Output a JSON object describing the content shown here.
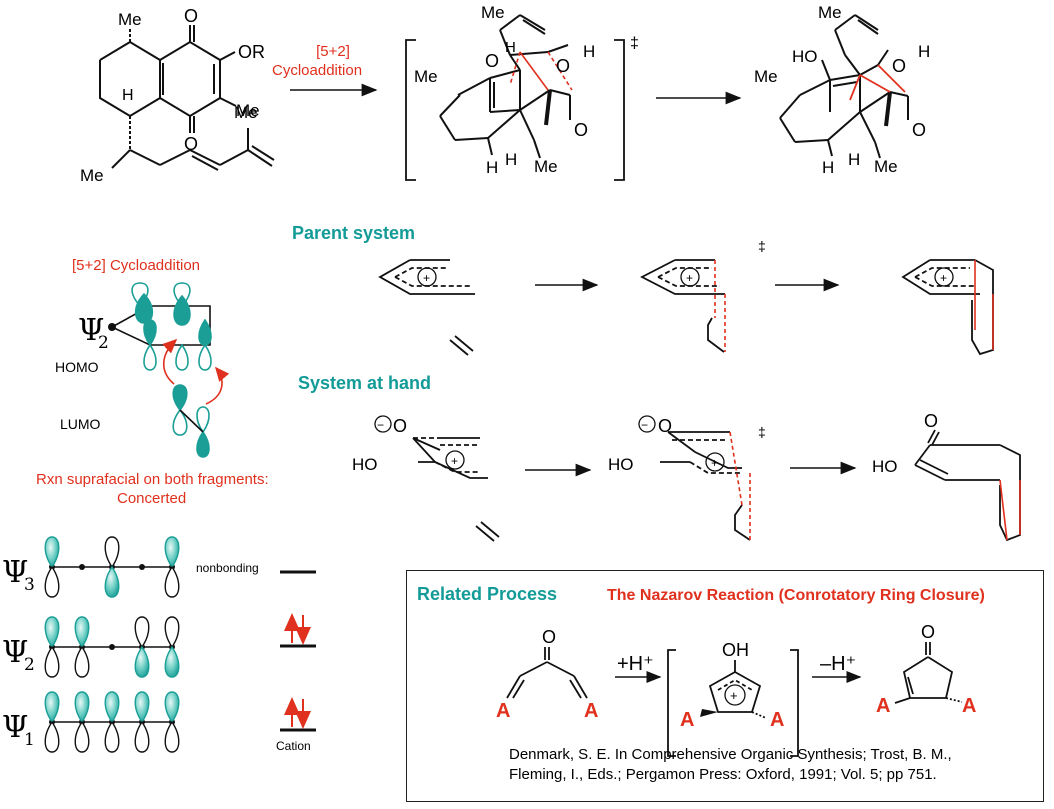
{
  "colors": {
    "red": "#e0301e",
    "teal": "#139b98",
    "lobe": "#1a9e96",
    "black": "#111111"
  },
  "top_scheme": {
    "arrow_label_line1": "[5+2]",
    "arrow_label_line2": "Cycloaddition",
    "ts_symbol": "‡",
    "sm_labels": {
      "me_top": "Me",
      "oxo_top": "O",
      "or": "OR",
      "me_ring": "Me",
      "h_junction": "H",
      "oxo_bottom": "O",
      "me_side": "Me",
      "me_chain": "Me"
    },
    "ts_labels": {
      "me_top": "Me",
      "h_right": "H",
      "oxo_left": "O",
      "h_left": "H",
      "o_right": "O",
      "me_left": "Me",
      "ketone_o": "O",
      "h_bottom": "H",
      "h_bottom2": "H",
      "me_bottom": "Me"
    },
    "prod_labels": {
      "me_top": "Me",
      "ho": "HO",
      "h_right": "H",
      "o_bridge": "O",
      "me_left": "Me",
      "ketone_o": "O",
      "h_bottom": "H",
      "h_bottom2": "H",
      "me_bottom": "Me"
    }
  },
  "orbital_panel": {
    "title": "[5+2] Cycloaddition",
    "psi": "Ψ",
    "psi_sub": "2",
    "homo": "HOMO",
    "lumo": "LUMO",
    "note_line1": "Rxn suprafacial on both fragments:",
    "note_line2": "Concerted"
  },
  "parent_system": {
    "title": "Parent system",
    "ts_symbol": "‡",
    "plus": "+"
  },
  "system_at_hand": {
    "title": "System at hand",
    "ts_symbol": "‡",
    "minus": "−",
    "o": "O",
    "ho": "HO",
    "plus": "+"
  },
  "mo_diagram": {
    "levels": [
      {
        "psi": "Ψ",
        "sub": "3",
        "label": "nonbonding"
      },
      {
        "psi": "Ψ",
        "sub": "2",
        "label": ""
      },
      {
        "psi": "Ψ",
        "sub": "1",
        "label": "Cation"
      }
    ]
  },
  "related_process": {
    "title": "Related Process",
    "subtitle": "The Nazarov Reaction (Conrotatory Ring Closure)",
    "step1": "+H⁺",
    "step2": "–H⁺",
    "o": "O",
    "oh": "OH",
    "plus": "+",
    "a": "A",
    "reference_line1": "Denmark, S. E. In Comprehensive Organic Synthesis; Trost, B. M.,",
    "reference_line2": "Fleming, I., Eds.; Pergamon Press: Oxford, 1991; Vol. 5; pp 751."
  }
}
